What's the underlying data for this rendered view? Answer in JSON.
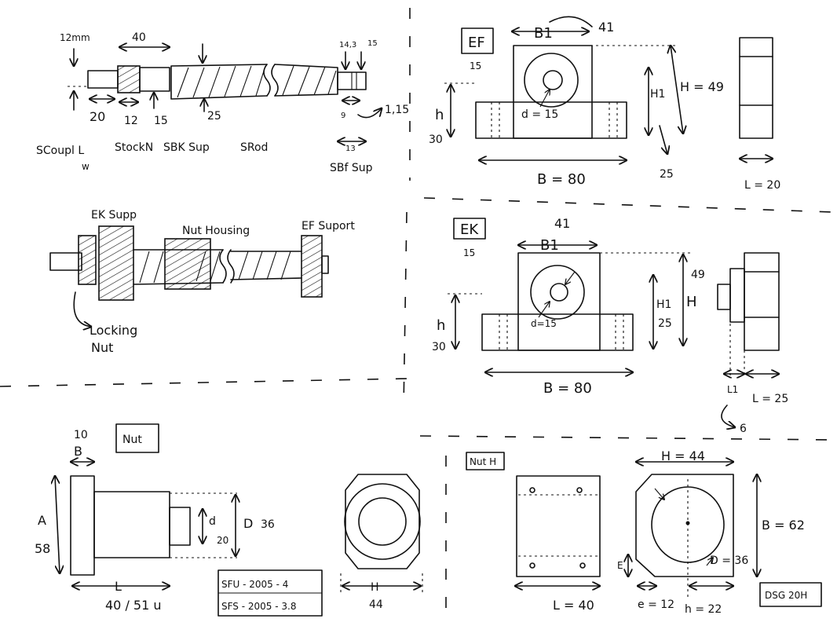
{
  "shaft": {
    "dim_12mm": "12mm",
    "dim_40": "40",
    "dim_20": "20",
    "dim_12": "12",
    "dim_15": "15",
    "dim_25": "25",
    "dim_14_3": "14,3",
    "dim_15_top": "15",
    "dim_9": "9",
    "dim_13": "13",
    "dim_1_15": "1,15",
    "labels": [
      "SCoupl L",
      "w",
      "StockN",
      "SBK Sup",
      "SRod",
      "SBf Sup"
    ]
  },
  "assembly": {
    "ek_supp": "EK Supp",
    "nut_housing": "Nut Housing",
    "ef_support": "EF Suport",
    "locking": "Locking",
    "nut": "Nut"
  },
  "ef": {
    "title": "EF",
    "sub_15": "15",
    "b1": "B1",
    "b1_value": "41",
    "h_label": "h",
    "h_value": "30",
    "d_label": "d = 15",
    "h1_label": "H1",
    "h_total": "H = 49",
    "h1_value": "25",
    "b_label": "B = 80",
    "l_label": "L = 20"
  },
  "ek": {
    "title": "EK",
    "sub_15": "15",
    "b1_value": "41",
    "b1": "B1",
    "h_label": "h",
    "h_value": "30",
    "d_label": "d=15",
    "h1_label": "H1",
    "h1_value": "25",
    "h_total_value": "49",
    "h_total_label": "H",
    "b_label": "B = 80",
    "l1_label": "L1",
    "l_label": "L = 25",
    "note_6": "6"
  },
  "nut": {
    "title": "Nut",
    "dim_10": "10",
    "b_label": "B",
    "a_label": "A",
    "a_value": "58",
    "d_label": "d",
    "d_value": "20",
    "big_d": "D",
    "big_d_value": "36",
    "l_label": "L",
    "l_value": "40 / 51 u",
    "model_1": "SFU - 2005 - 4",
    "model_2": "SFS - 2005 - 3.8",
    "h_label": "H",
    "h_value": "44"
  },
  "nut_h": {
    "title": "Nut H",
    "l_label": "L = 40",
    "h_label": "H = 44",
    "b_label": "B = 62",
    "d_label": "D = 36",
    "e_label": "E",
    "e_value": "e = 12",
    "h_value": "h = 22",
    "model": "DSG 20H"
  }
}
